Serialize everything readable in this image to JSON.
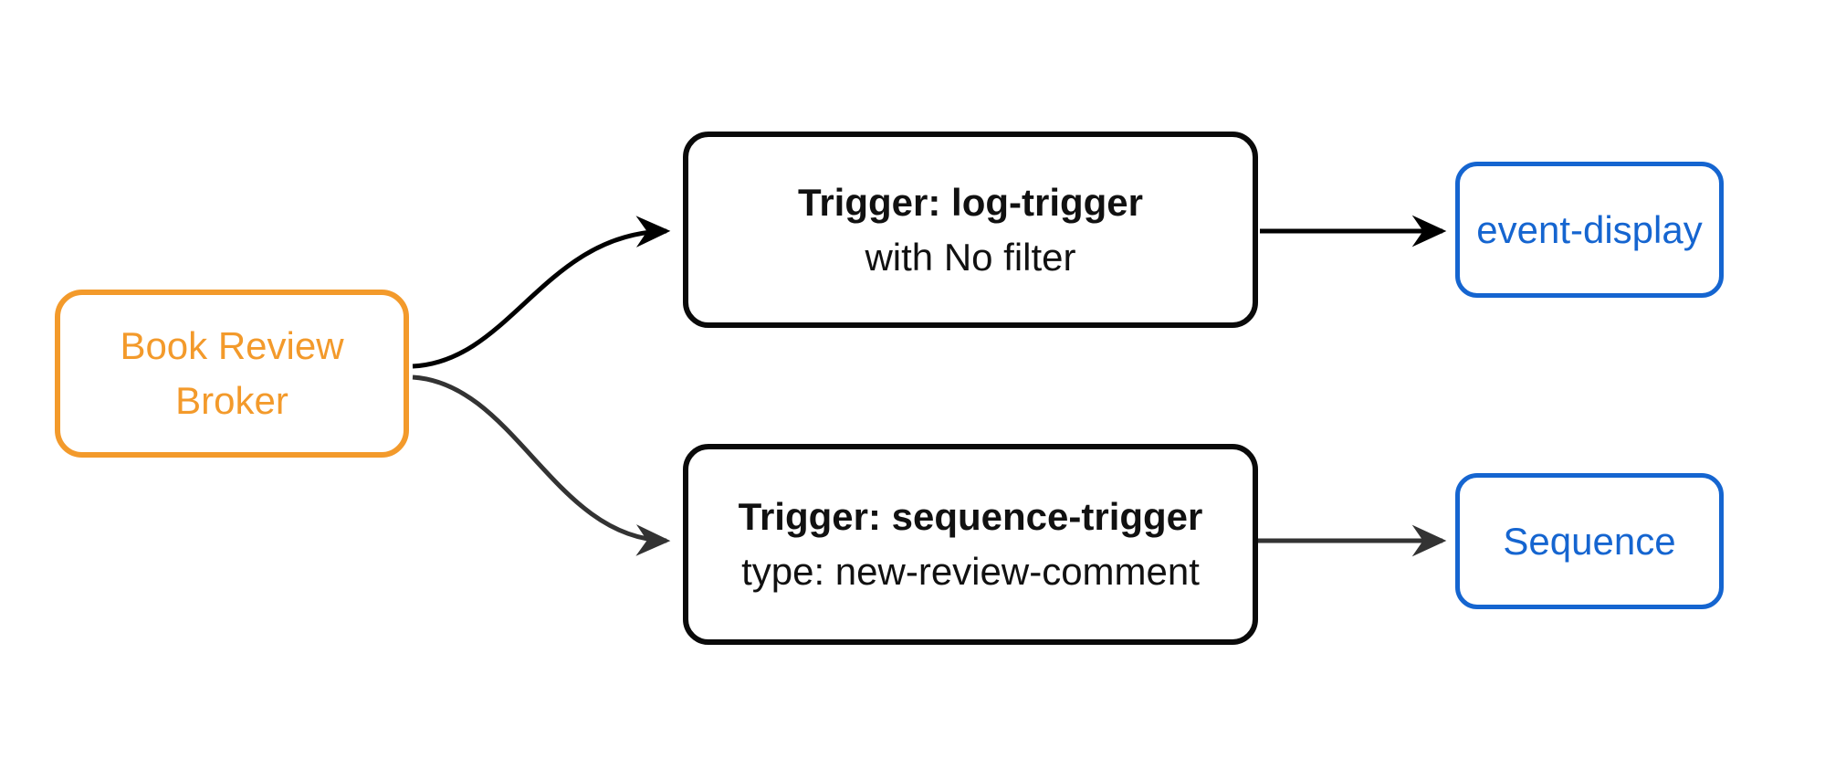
{
  "diagram": {
    "nodes": {
      "broker": {
        "label_line1": "Book Review",
        "label_line2": "Broker"
      },
      "log_trigger": {
        "title": "Trigger: log-trigger",
        "subtitle": "with No filter"
      },
      "sequence_trigger": {
        "title": "Trigger: sequence-trigger",
        "subtitle": "type: new-review-comment"
      },
      "event_display": {
        "label": "event-display"
      },
      "sequence": {
        "label": "Sequence"
      }
    },
    "edges": [
      {
        "from": "Book Review Broker",
        "to": "Trigger: log-trigger"
      },
      {
        "from": "Book Review Broker",
        "to": "Trigger: sequence-trigger"
      },
      {
        "from": "Trigger: log-trigger",
        "to": "event-display"
      },
      {
        "from": "Trigger: sequence-trigger",
        "to": "Sequence"
      }
    ],
    "colors": {
      "background": "#FFFFFF",
      "broker_accent": "#F39A2B",
      "sink_accent": "#1565D0",
      "trigger_border": "#0A0A0A",
      "edge_top": "#000000",
      "edge_bottom": "#333333"
    }
  }
}
